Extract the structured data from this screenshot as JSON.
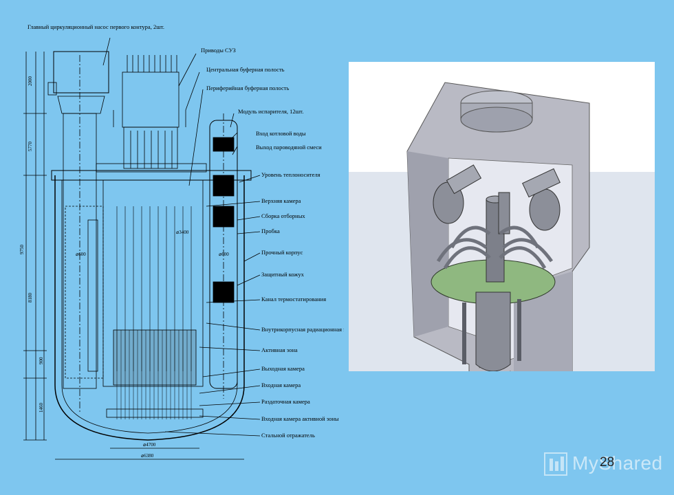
{
  "slide": {
    "page_number": "28",
    "watermark_text": "MyShared"
  },
  "drawing": {
    "labels": [
      "Главный циркуляционный насос первого контура, 2шт.",
      "Приводы СУЗ",
      "Центральная буферная полость",
      "Периферийная буферная полость",
      "Модуль испарителя, 12шт.",
      "Вход котловой воды",
      "Выход пароводяной смеси",
      "Уровень теплоносителя",
      "Верхняя камера",
      "Сборка отборных",
      "Пробка",
      "Прочный корпус",
      "Защитный кожух",
      "Канал термостатирования",
      "Внутрикорпусная радиационная защита",
      "Активная зона",
      "Выходная камера",
      "Входная камера",
      "Раздаточная камера",
      "Входная камера активной зоны",
      "Стальной отражатель"
    ],
    "dimensions": {
      "d1": "2000",
      "d2": "5770",
      "d3": "9750",
      "d4": "8180",
      "d5": "900",
      "d6": "1460",
      "d7": "⌀4700",
      "d8": "⌀6380",
      "d9": "⌀3400",
      "d10": "⌀600",
      "d11": "⌀600"
    }
  },
  "colors": {
    "background": "#7ec6ef",
    "render_bg": "#ffffff",
    "concrete": "#b9bac4",
    "core_green": "#8fb880"
  }
}
